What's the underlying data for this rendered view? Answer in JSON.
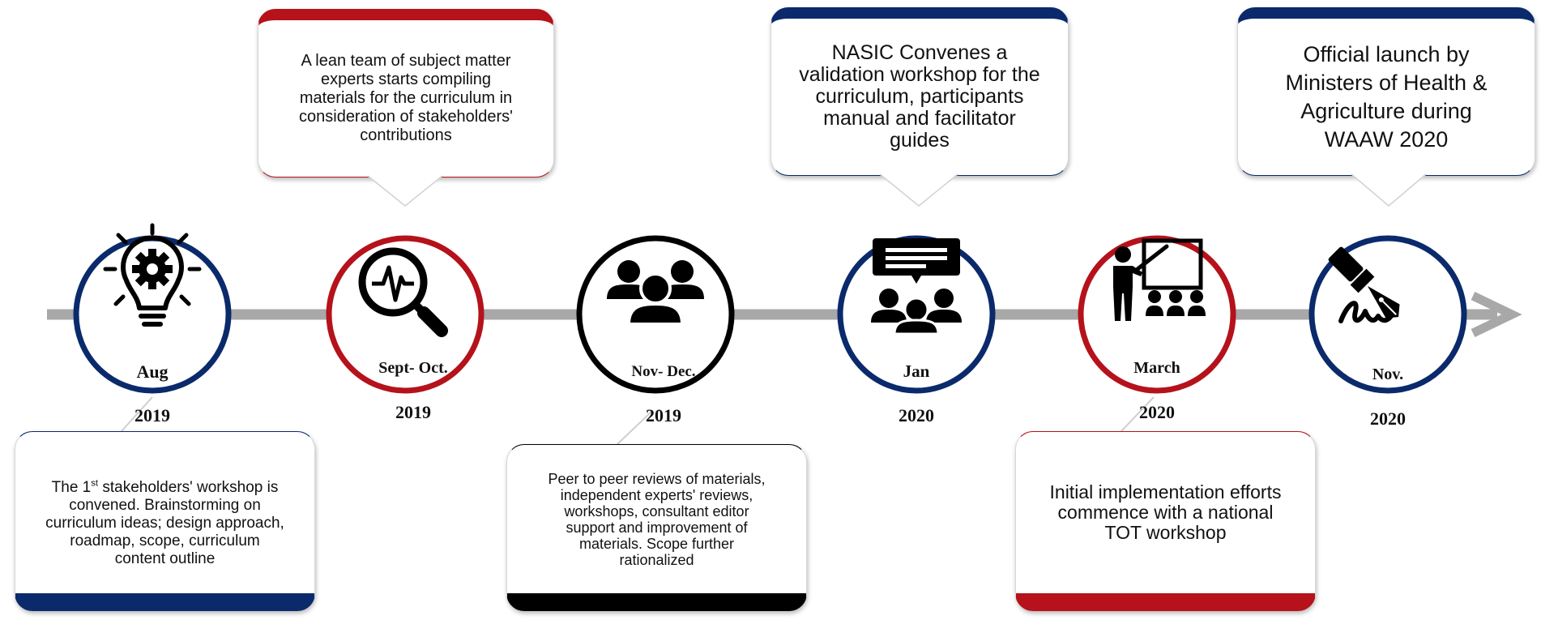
{
  "colors": {
    "navy": "#0a2a6b",
    "red": "#b5121b",
    "black": "#000000",
    "timeline_gray": "#a8a8a8"
  },
  "milestones": [
    {
      "date_line1": "Aug",
      "date_line2": "2019",
      "ring_color": "navy",
      "icon": "lightbulb-gear-icon"
    },
    {
      "date_line1": "Sept- Oct.",
      "date_line2": "2019",
      "ring_color": "red",
      "icon": "magnifier-pulse-icon"
    },
    {
      "date_line1": "Nov- Dec.",
      "date_line2": "2019",
      "ring_color": "black",
      "icon": "people-group-icon"
    },
    {
      "date_line1": "Jan",
      "date_line2": "2020",
      "ring_color": "navy",
      "icon": "speech-bubble-group-icon"
    },
    {
      "date_line1": "March",
      "date_line2": "2020",
      "ring_color": "red",
      "icon": "teacher-presentation-icon"
    },
    {
      "date_line1": "Nov.",
      "date_line2": "2020",
      "ring_color": "navy",
      "icon": "pen-signature-icon"
    }
  ],
  "callouts": {
    "aug_2019": "The 1st stakeholders' workshop is convened. Brainstorming on curriculum ideas; design approach, roadmap, scope, curriculum content outline",
    "sept_oct_2019": "A lean team of subject matter experts starts compiling materials for the curriculum in consideration of stakeholders' contributions",
    "nov_dec_2019": "Peer to peer reviews of materials, independent experts' reviews, workshops, consultant editor support and improvement of materials. Scope further rationalized",
    "jan_2020": "NASIC Convenes a validation workshop for the curriculum, participants manual and facilitator guides",
    "march_2020": "Initial implementation efforts commence with a national TOT workshop",
    "nov_2020": "Official launch by Ministers of Health & Agriculture during WAAW 2020"
  }
}
